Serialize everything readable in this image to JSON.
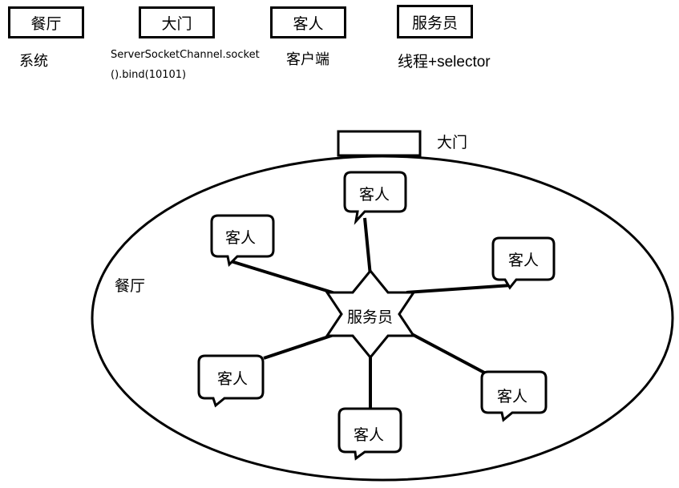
{
  "legend": [
    {
      "term": "餐厅",
      "meaning": "系统"
    },
    {
      "term": "大门",
      "meaning_line1": "ServerSocketChannel.socket",
      "meaning_line2": "().bind(10101)"
    },
    {
      "term": "客人",
      "meaning": "客户端"
    },
    {
      "term": "服务员",
      "meaning": "线程+selector"
    }
  ],
  "diagram": {
    "restaurant_label": "餐厅",
    "door_label": "大门",
    "waiter_label": "服务员",
    "guest_label": "客人"
  }
}
